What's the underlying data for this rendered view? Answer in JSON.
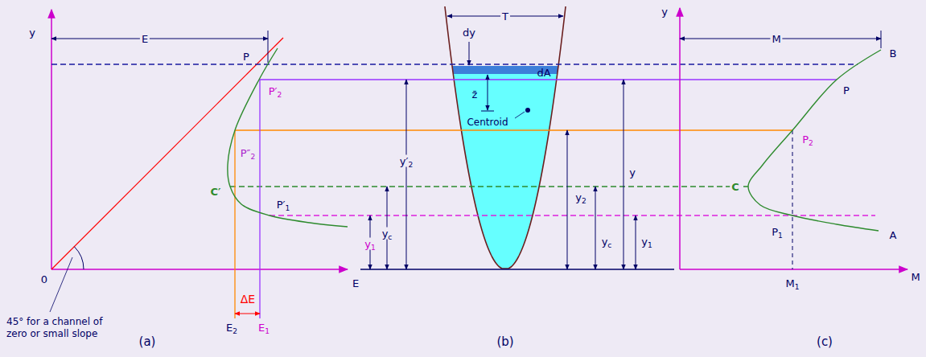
{
  "diagram": {
    "labels": [
      "y",
      "E",
      "P",
      "P′2",
      "P″2",
      "C′",
      "P′1",
      "y1",
      "yc",
      "y′2",
      "0",
      "E",
      "ΔE",
      "E2",
      "E1",
      "45° for a channel of zero or small slope",
      "(a)",
      "dy",
      "T",
      "dA",
      "z̄",
      "Centroid",
      "y2",
      "yc",
      "y1",
      "y",
      "(b)",
      "y",
      "M",
      "B",
      "P",
      "P2",
      "C",
      "P1",
      "A",
      "M1",
      "M",
      "(c)"
    ]
  }
}
